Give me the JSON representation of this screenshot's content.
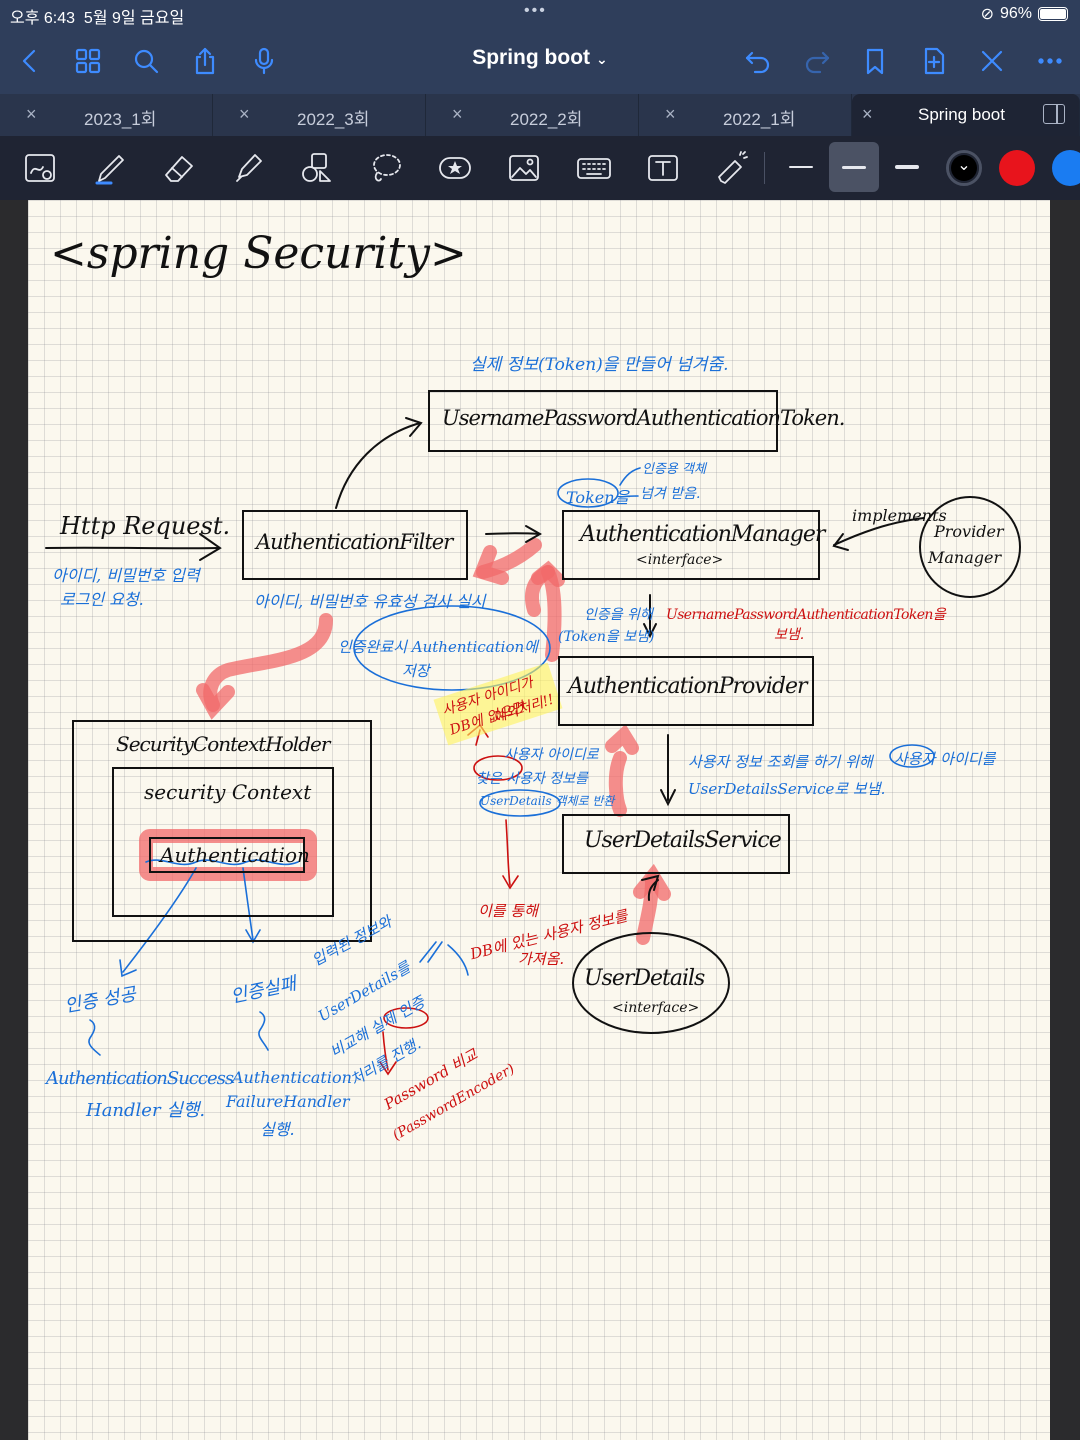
{
  "status": {
    "time": "오후 6:43",
    "date": "5월 9일 금요일",
    "battery": "96%"
  },
  "nav": {
    "title": "Spring boot"
  },
  "tabs": [
    {
      "label": "2023_1회"
    },
    {
      "label": "2022_3회"
    },
    {
      "label": "2022_2회"
    },
    {
      "label": "2022_1회"
    },
    {
      "label": "Spring boot"
    }
  ],
  "colors": {
    "accent": "#3e8bff",
    "ink_black": "#111111",
    "ink_blue": "#1a6fd8",
    "ink_red": "#cc1010",
    "highlight": "#f26a6a"
  },
  "note": {
    "title": "<spring Security>",
    "token_note": "실제 정보(Token)을 만들어 넘겨줌.",
    "token_box": "UsernamePasswordAuthenticationToken.",
    "http_request": "Http Request.",
    "http_note_1": "아이디, 비밀번호 입력",
    "http_note_2": "로그인 요청.",
    "filter": "AuthenticationFilter",
    "filter_note": "아이디, 비밀번호 유효성 검사 실시",
    "manager_token_1": "Token을",
    "manager_token_2": "인증용 객체",
    "manager_token_3": "넘겨 받음.",
    "manager": "AuthenticationManager",
    "manager_sub": "<interface>",
    "implements": "implements",
    "provider_manager_1": "Provider",
    "provider_manager_2": "Manager",
    "auth_request_1": "인증을 위해",
    "auth_request_2": "(Token을 보냄)",
    "upat_send": "UsernamePasswordAuthenticationToken을",
    "upat_send_2": "보냄.",
    "store_note_1": "인증완료시 Authentication에",
    "store_note_2": "저장",
    "provider": "AuthenticationProvider",
    "exception_1": "사용자 아이디가",
    "exception_2": "DB에 없으면",
    "exception_3": "예외처리!!",
    "holder": "SecurityContextHolder",
    "context": "security Context",
    "authentication": "Authentication",
    "found_1": "사용자 아이디로",
    "found_2": "찾은 사용자 정보를",
    "found_3": "UserDetails 객체로 반환",
    "service_note_1": "사용자 정보 조회를 하기 위해",
    "service_note_2": "사용자 아이디를",
    "service_note_3": "UserDetailsService로 보냄.",
    "service": "UserDetailsService",
    "db_note_1": "이를 통해",
    "db_note_2": "DB에 있는 사용자 정보를",
    "db_note_3": "가져옴.",
    "user_details": "UserDetails",
    "user_details_sub": "<interface>",
    "success": "인증 성공",
    "success_handler_1": "AuthenticationSuccess",
    "success_handler_2": "Handler 실행.",
    "fail": "인증실패",
    "fail_handler_1": "Authentication",
    "fail_handler_2": "FailureHandler",
    "fail_handler_3": "실행.",
    "compare_1": "입력된 정보와",
    "compare_2": "UserDetails를",
    "compare_3": "비교해 실제 인증",
    "compare_4": "처리를 진행.",
    "password_1": "Password 비교",
    "password_2": "(PasswordEncoder)"
  }
}
